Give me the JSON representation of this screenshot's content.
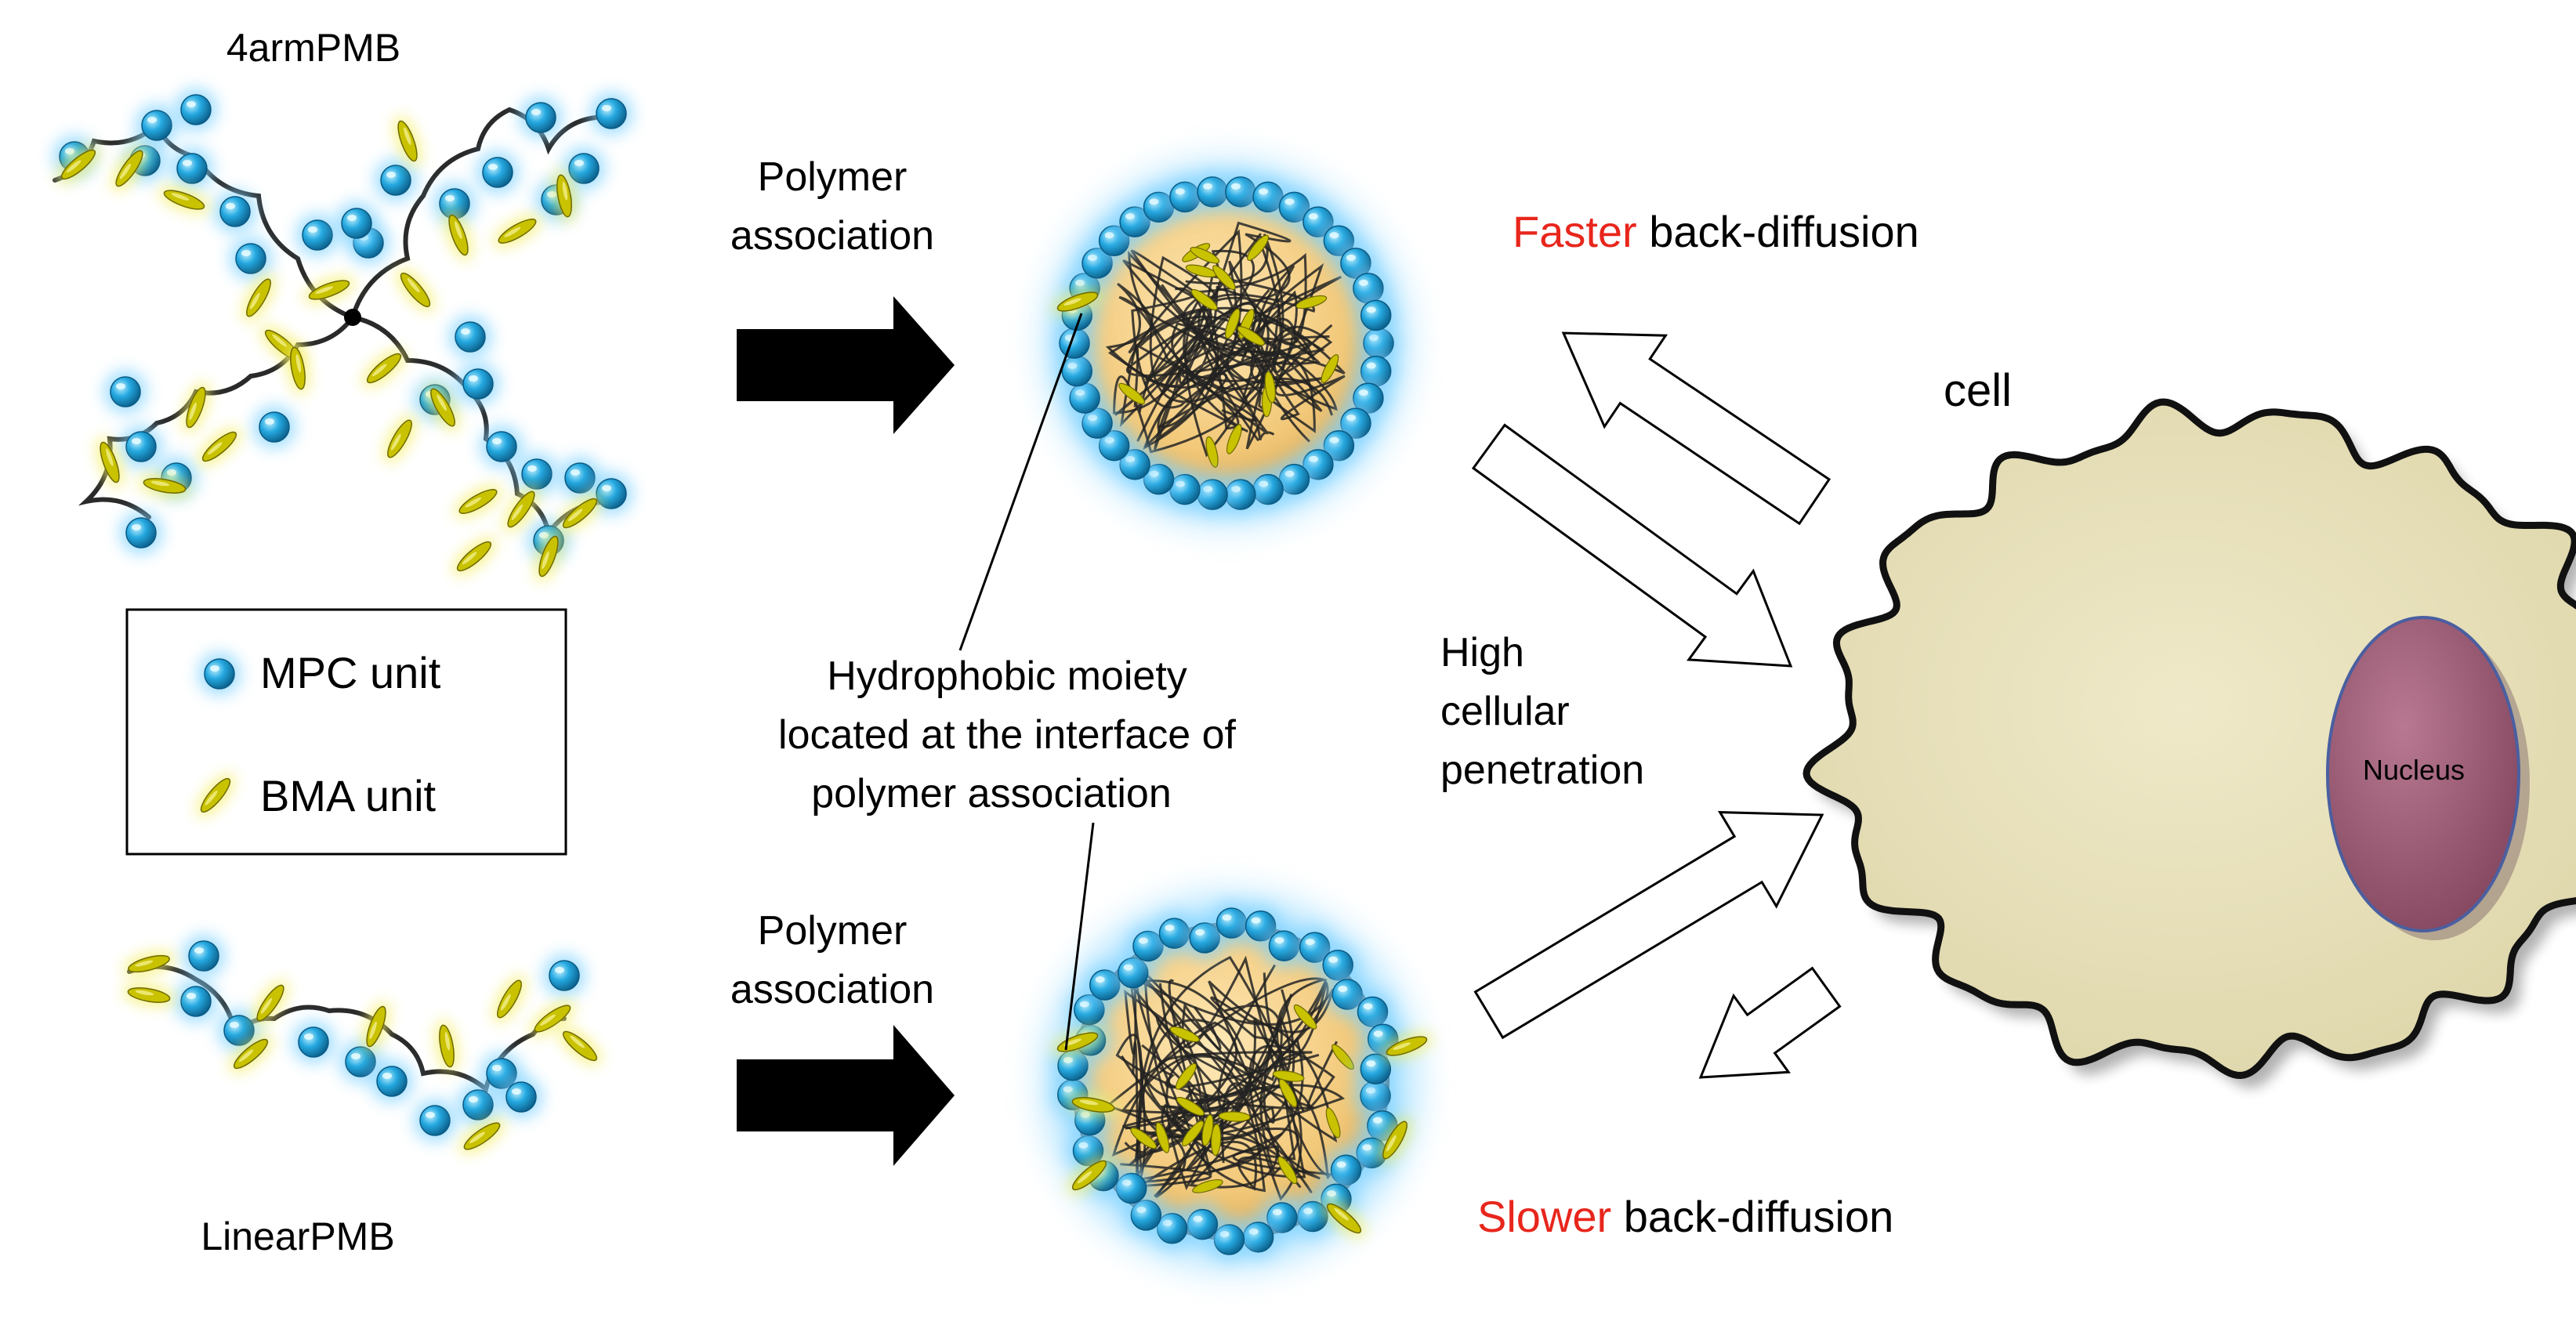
{
  "labels": {
    "four_arm": "4armPMB",
    "linear": "LinearPMB",
    "association_top": [
      "Polymer",
      "association"
    ],
    "association_bottom": [
      "Polymer",
      "association"
    ],
    "hydrophobic": [
      "Hydrophobic moiety",
      "located at the interface of",
      "polymer association"
    ],
    "penetration": [
      "High",
      "cellular",
      "penetration"
    ],
    "faster_red": "Faster",
    "faster_rest": " back-diffusion",
    "slower_red": "Slower",
    "slower_rest": " back-diffusion",
    "cell": "cell",
    "nucleus": "Nucleus"
  },
  "legend": {
    "mpc": "MPC unit",
    "bma": "BMA unit"
  },
  "colors": {
    "mpc": "#1fa3dc",
    "mpc_glow": "#8fd6ff",
    "bma": "#c8c400",
    "bma_glow": "#f4f07a",
    "core": "#f2cf8a",
    "cell_fill": "#e9e3c0",
    "nucleus": "#9a5a72",
    "accent_red": "#e8261c"
  }
}
